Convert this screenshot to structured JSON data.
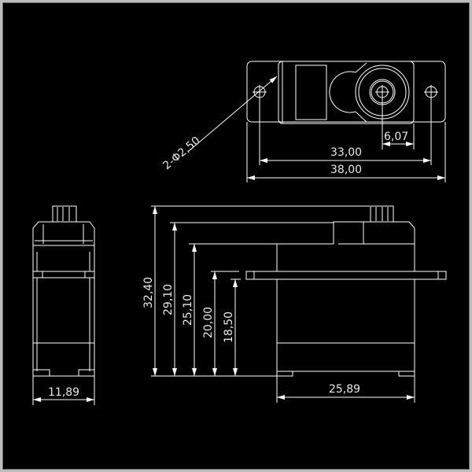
{
  "top_view": {
    "dim_hole_pitch": "33,00",
    "dim_flange_length": "38,00",
    "dim_shaft_offset": "6,07",
    "hole_callout": "2-Φ2,50"
  },
  "side_view": {
    "dim_total_height": "32,40",
    "dim_case_top": "29,10",
    "dim_step": "25,10",
    "dim_flange_top": "20,00",
    "dim_flange_bottom": "18,50",
    "dim_body_length": "25,89"
  },
  "front_view": {
    "dim_width": "11,89"
  },
  "colors": {
    "background": "#000000",
    "lines": "#ffffff",
    "frame": "#bdbdbd"
  }
}
